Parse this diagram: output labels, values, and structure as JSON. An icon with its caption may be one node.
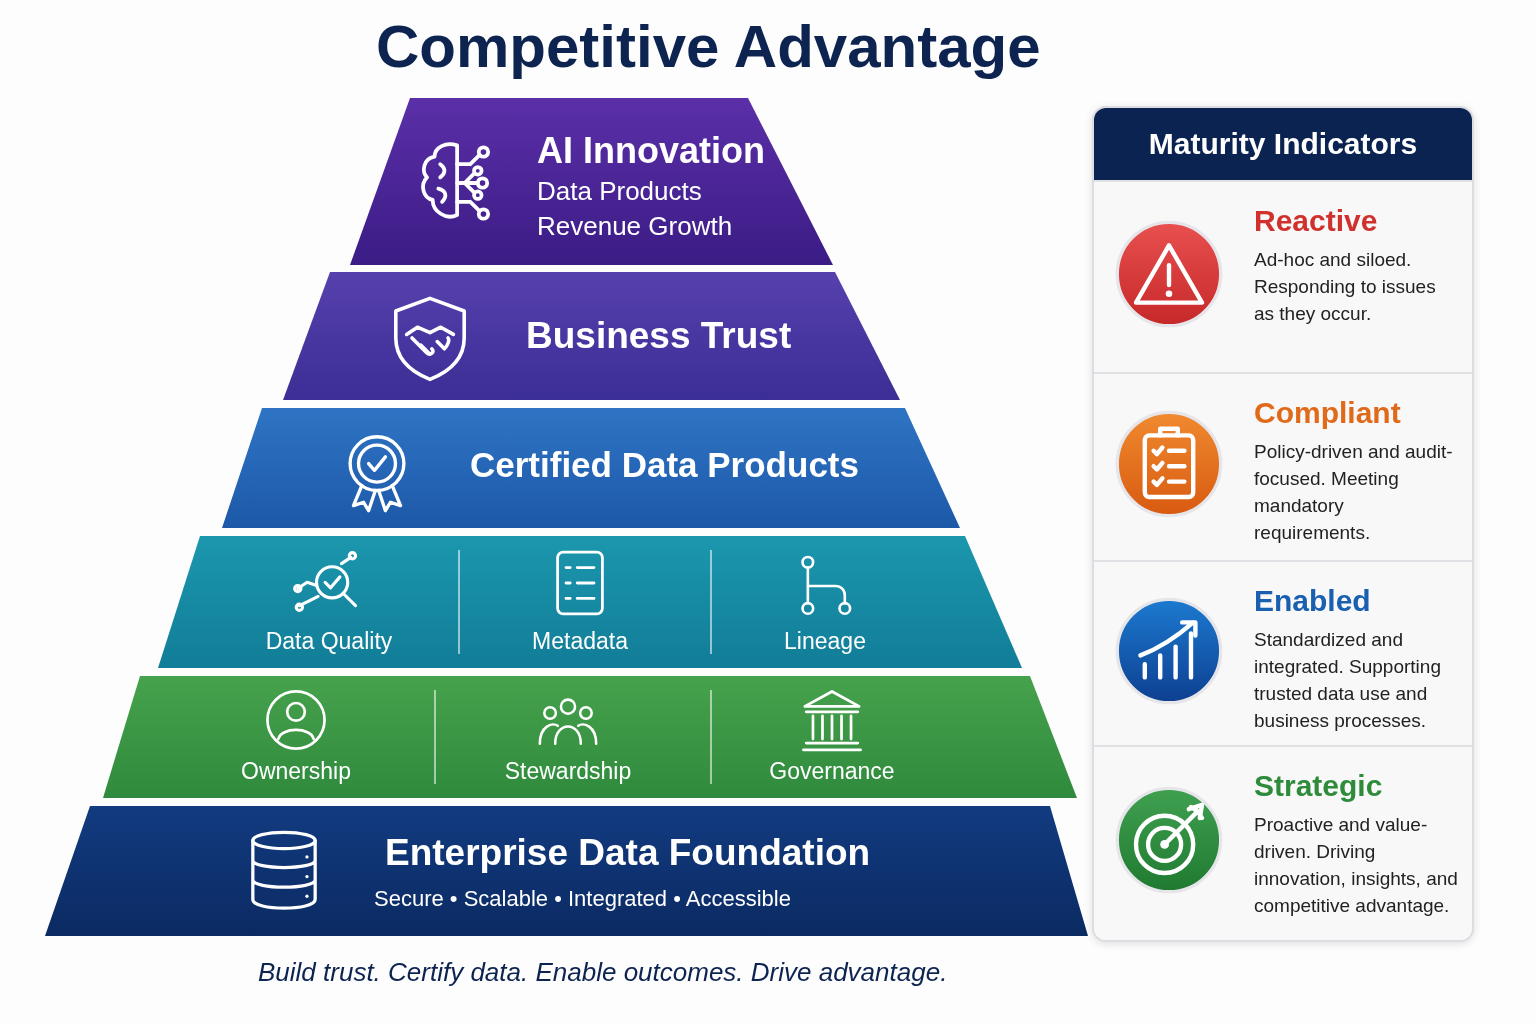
{
  "diagram": {
    "title": "Competitive Advantage",
    "caption": "Build trust. Certify data. Enable outcomes. Drive advantage.",
    "nodes": [
      {
        "text": [
          "AI Innovation",
          "Data Products",
          "Revenue Growth"
        ]
      },
      {
        "text": [
          "Business Trust"
        ]
      },
      {
        "text": [
          "Certified Data Products"
        ]
      },
      {
        "text": [],
        "shape": "bar"
      },
      {
        "text": [
          "Data Quality"
        ],
        "in": 3
      },
      {
        "text": [
          "Metadata"
        ],
        "in": 3
      },
      {
        "text": [
          "Lineage"
        ],
        "in": 3
      },
      {
        "text": [],
        "shape": "bar"
      },
      {
        "text": [
          "Ownership"
        ],
        "in": 7
      },
      {
        "text": [
          "Stewardship"
        ],
        "in": 7
      },
      {
        "text": [
          "Governance"
        ],
        "in": 7
      },
      {
        "text": [
          "Enterprise Data Foundation",
          "Secure • Scalable • Integrated • Accessible"
        ]
      },
      {
        "text": [
          "Maturity Indicators"
        ]
      },
      {
        "text": [
          "Reactive",
          "Ad-hoc and siloed. Responding to issues as they occur."
        ],
        "in": 12
      },
      {
        "text": [
          "Compliant",
          "Policy-driven and audit-focused. Meeting mandatory requirements."
        ],
        "in": 12
      },
      {
        "text": [
          "Enabled",
          "Standardized and integrated. Supporting trusted data use and business processes."
        ],
        "in": 12
      },
      {
        "text": [
          "Strategic",
          "Proactive and value-driven. Driving innovation, insights, and competitive advantage."
        ],
        "in": 12
      }
    ]
  }
}
